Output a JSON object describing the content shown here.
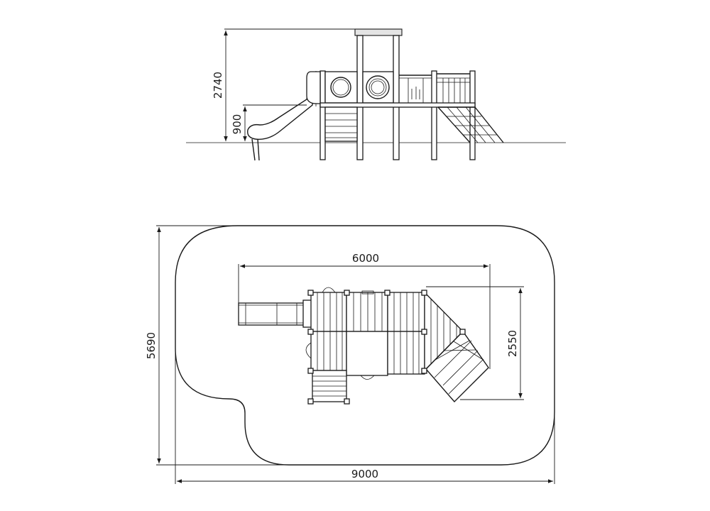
{
  "drawing": {
    "side_view": {
      "dim_total_height": "2740",
      "dim_platform_height": "900"
    },
    "plan_view": {
      "dim_structure_length": "6000",
      "dim_structure_depth": "2550",
      "dim_zone_depth": "5690",
      "dim_zone_length": "9000"
    }
  }
}
